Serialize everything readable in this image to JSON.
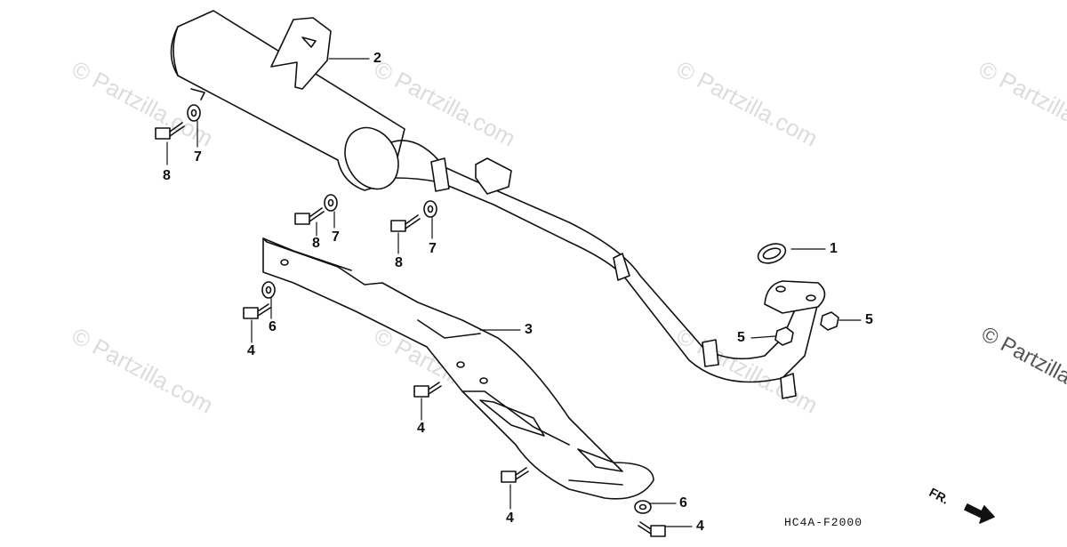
{
  "watermarks": [
    "© Partzilla.com",
    "© Partzilla.com",
    "© Partzilla.com",
    "© Partzilla.com",
    "© Partzilla.com",
    "© Partzilla.com",
    "© Partzilla.com",
    "© Partzilla.com"
  ],
  "edge_watermark": "© Partzilla",
  "callouts": {
    "c1": "1",
    "c2": "2",
    "c3": "3",
    "c4a": "4",
    "c4b": "4",
    "c4c": "4",
    "c4d": "4",
    "c5a": "5",
    "c5b": "5",
    "c6a": "6",
    "c6b": "6",
    "c7a": "7",
    "c7b": "7",
    "c7c": "7",
    "c8a": "8",
    "c8b": "8",
    "c8c": "8"
  },
  "diagram_code": "HC4A-F2000",
  "direction_label": "FR.",
  "colors": {
    "line": "#111111",
    "watermark": "#dcdcdc"
  }
}
